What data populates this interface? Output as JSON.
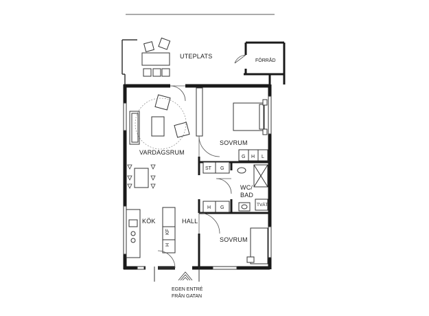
{
  "rooms": {
    "uteplats": "UTEPLATS",
    "forrad": "FÖRRÅD",
    "vardagsrum": "VARDAGSRUM",
    "sovrum_top": "SOVRUM",
    "sovrum_bottom": "SOVRUM",
    "kok": "KÖK",
    "hall": "HALL",
    "wc_line1": "WC/",
    "wc_line2": "BAD"
  },
  "fixtures": {
    "wardrobe_bedroom": [
      "G",
      "H",
      "L"
    ],
    "storage_hall_top": [
      "ST",
      "G"
    ],
    "storage_hall_bottom": [
      "H",
      "G"
    ],
    "fridge": [
      "H",
      "KF"
    ],
    "tvatt": "TVÄTT"
  },
  "entrance": {
    "line1": "EGEN ENTRÉ",
    "line2": "FRÅN GATAN"
  },
  "colors": {
    "wall": "#1a1a1a",
    "line": "#333333",
    "background": "#ffffff"
  }
}
